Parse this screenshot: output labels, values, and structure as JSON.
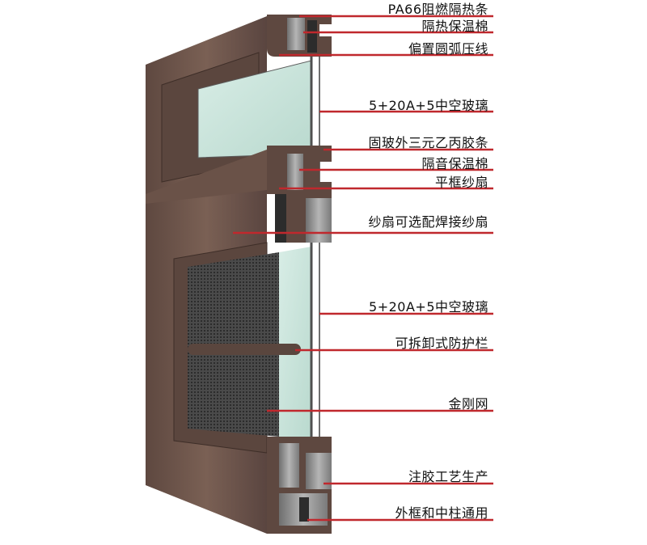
{
  "colors": {
    "frame": "#6b5349",
    "frame_dark": "#4a3730",
    "frame_light": "#8a6c5f",
    "glass": "#c9e4da",
    "mesh": "#3a3a3a",
    "leader": "#c0282d",
    "profile_gray": "#8e8e8e"
  },
  "callouts": [
    {
      "label": "PA66阻燃隔热条"
    },
    {
      "label": "隔热保温棉"
    },
    {
      "label": "偏置圆弧压线"
    },
    {
      "label": "5+20A+5中空玻璃"
    },
    {
      "label": "固玻外三元乙丙胶条"
    },
    {
      "label": "隔音保温棉"
    },
    {
      "label": "平框纱扇"
    },
    {
      "label": "纱扇可选配焊接纱扇"
    },
    {
      "label": "5+20A+5中空玻璃"
    },
    {
      "label": "可拆卸式防护栏"
    },
    {
      "label": "金刚网"
    },
    {
      "label": "注胶工艺生产"
    },
    {
      "label": "外框和中柱通用"
    }
  ]
}
